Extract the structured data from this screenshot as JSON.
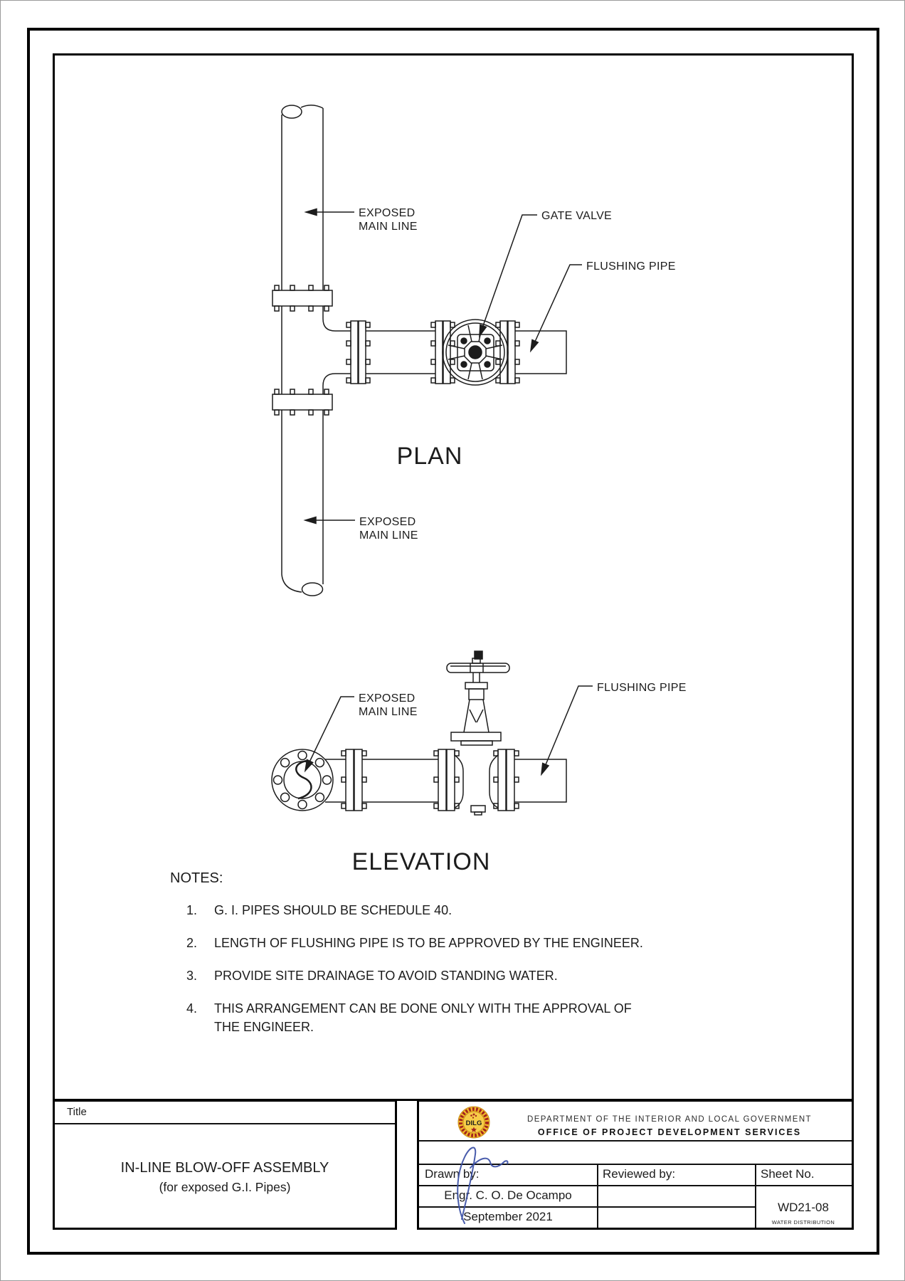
{
  "drawing": {
    "plan": {
      "caption": "PLAN",
      "labels": {
        "exposed_main_line_top": {
          "line1": "EXPOSED",
          "line2": "MAIN LINE"
        },
        "gate_valve": "GATE VALVE",
        "flushing_pipe": "FLUSHING PIPE",
        "exposed_main_line_bottom": {
          "line1": "EXPOSED",
          "line2": "MAIN LINE"
        }
      }
    },
    "elevation": {
      "caption": "ELEVATION",
      "labels": {
        "exposed_main_line": {
          "line1": "EXPOSED",
          "line2": "MAIN LINE"
        },
        "flushing_pipe": "FLUSHING PIPE"
      }
    }
  },
  "notes": {
    "heading": "NOTES:",
    "items": [
      {
        "num": "1.",
        "line1": "G. I. PIPES SHOULD BE SCHEDULE 40.",
        "line2": ""
      },
      {
        "num": "2.",
        "line1": "LENGTH OF FLUSHING PIPE IS TO BE APPROVED BY THE ENGINEER.",
        "line2": ""
      },
      {
        "num": "3.",
        "line1": "PROVIDE SITE DRAINAGE TO AVOID STANDING WATER.",
        "line2": ""
      },
      {
        "num": "4.",
        "line1": "THIS ARRANGEMENT CAN BE DONE ONLY WITH THE APPROVAL OF",
        "line2": "THE ENGINEER."
      }
    ]
  },
  "title_block": {
    "title_label": "Title",
    "title_line1": "IN-LINE BLOW-OFF ASSEMBLY",
    "title_line2": "(for exposed G.I. Pipes)",
    "agency": {
      "logo_text": "DILG",
      "dept_line1": "DEPARTMENT OF THE INTERIOR AND LOCAL GOVERNMENT",
      "dept_line2": "OFFICE OF PROJECT DEVELOPMENT SERVICES"
    },
    "drawn_by_label": "Drawn by:",
    "drawn_by_name": "Engr. C. O. De Ocampo",
    "drawn_date": "September 2021",
    "reviewed_by_label": "Reviewed by:",
    "sheet_no_label": "Sheet No.",
    "sheet_no": "WD21-08",
    "sheet_category": "WATER DISTRIBUTION"
  },
  "colors": {
    "line": "#1c1c1c",
    "signature_blue": "#3a4fa5",
    "logo_gold": "#f2bc29",
    "logo_gold_light": "#f7cd48",
    "logo_red": "#a3241e",
    "logo_text_brown": "#3a2408"
  }
}
